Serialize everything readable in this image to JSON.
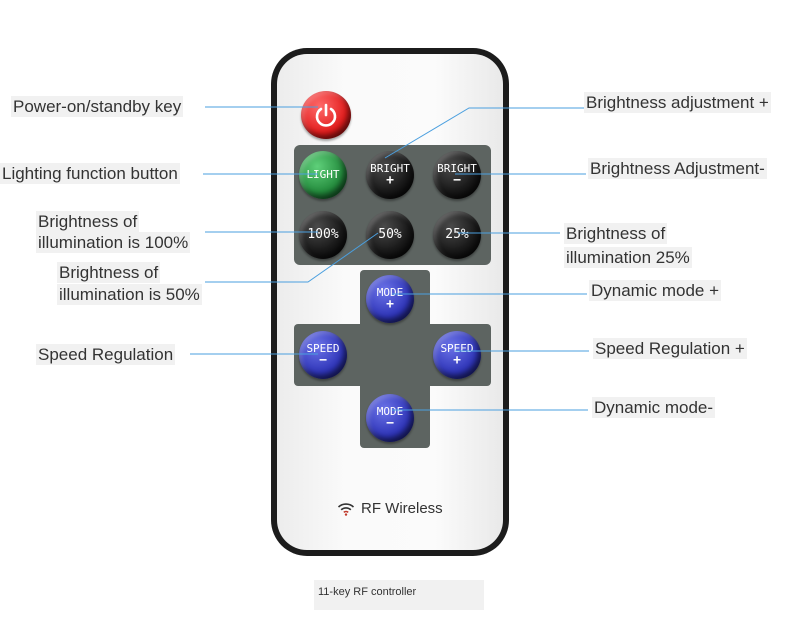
{
  "remote": {
    "buttons": {
      "light": {
        "line1": "LIGHT"
      },
      "bright_plus": {
        "line1": "BRIGHT",
        "line2": "+"
      },
      "bright_minus": {
        "line1": "BRIGHT",
        "line2": "−"
      },
      "b100": {
        "line1": "100%"
      },
      "b50": {
        "line1": "50%"
      },
      "b25": {
        "line1": "25%"
      },
      "mode_plus": {
        "line1": "MODE",
        "line2": "+"
      },
      "mode_minus": {
        "line1": "MODE",
        "line2": "−"
      },
      "speed_minus": {
        "line1": "SPEED",
        "line2": "−"
      },
      "speed_plus": {
        "line1": "SPEED",
        "line2": "+"
      }
    },
    "brand_text": "RF Wireless",
    "icons": {
      "power": "power-icon",
      "wireless": "wifi-icon"
    }
  },
  "labels": {
    "power": "Power-on/standby key",
    "lighting": "Lighting function button",
    "b100_line1": "Brightness of",
    "b100_line2": "illumination is 100%",
    "b50_line1": "Brightness of",
    "b50_line2": "illumination is 50%",
    "speed": "Speed Regulation",
    "bright_plus": "Brightness adjustment +",
    "bright_minus": "Brightness Adjustment-",
    "b25_line1": "Brightness of",
    "b25_line2": "illumination 25%",
    "mode_plus": "Dynamic mode +",
    "speed_plus": "Speed Regulation +",
    "mode_minus": "Dynamic mode-"
  },
  "caption": "11-key RF controller",
  "colors": {
    "leader_line": "#4a9fdf",
    "power_button": "#e21d1d",
    "light_button": "#238a3c",
    "mode_speed_buttons": "#2f35b8",
    "brightness_buttons": "#111111",
    "panel": "#5d6461"
  }
}
